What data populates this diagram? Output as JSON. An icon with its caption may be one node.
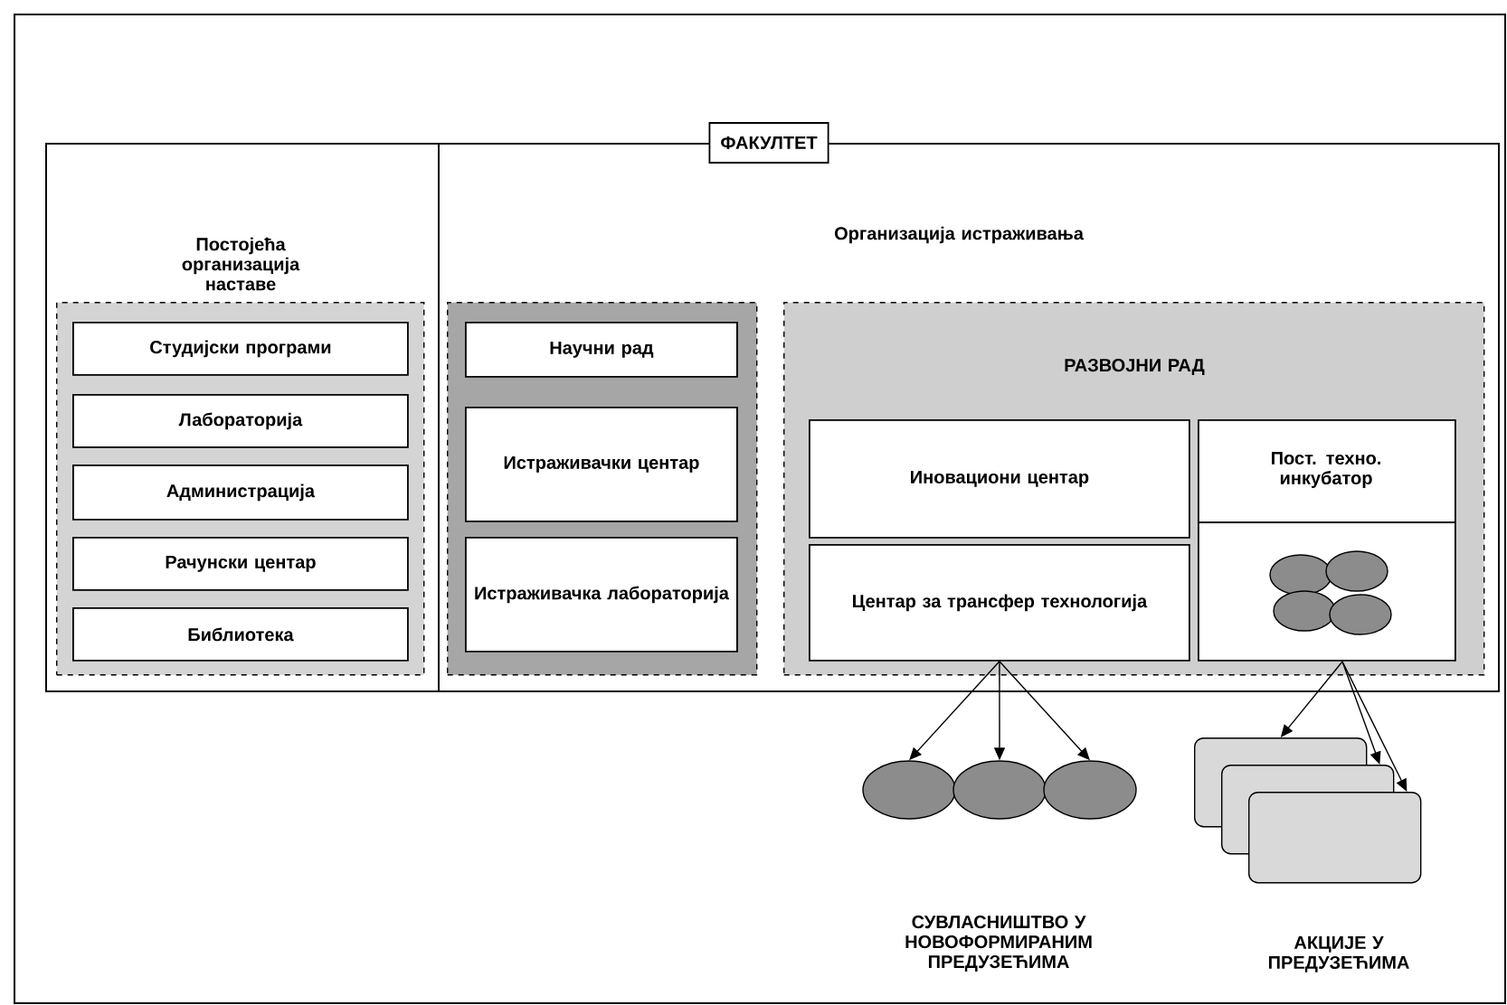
{
  "diagram": {
    "nodes": [
      {
        "text": [
          "ФАКУЛТЕТ"
        ]
      },
      {
        "text": [
          "Постојећа организација наставе"
        ],
        "in": 0
      },
      {
        "text": [],
        "shape": "box",
        "in": 1
      },
      {
        "text": [
          "Студијски програми"
        ],
        "in": 2
      },
      {
        "text": [
          "Лабораторија"
        ],
        "in": 2
      },
      {
        "text": [
          "Администрација"
        ],
        "in": 2
      },
      {
        "text": [
          "Рачунски центар"
        ],
        "in": 2
      },
      {
        "text": [
          "Библиотека"
        ],
        "in": 2
      },
      {
        "text": [
          "Организација истраживања"
        ],
        "in": 0
      },
      {
        "text": [],
        "shape": "box",
        "in": 8
      },
      {
        "text": [
          "Научни рад"
        ],
        "in": 9
      },
      {
        "text": [
          "Истраживачки центар"
        ],
        "in": 9
      },
      {
        "text": [
          "Истраживачка лабораторија"
        ],
        "in": 9
      },
      {
        "text": [
          "РАЗВОЈНИ РАД"
        ],
        "in": 8
      },
      {
        "text": [
          "Иновациони центар"
        ],
        "in": 13
      },
      {
        "text": [
          "Центар за трансфер технологија"
        ],
        "in": 13
      },
      {
        "text": [
          "Пост. техно. инкубатор"
        ],
        "in": 13
      },
      {
        "text": [],
        "shape": "ellipses",
        "in": 16
      },
      {
        "text": [],
        "shape": "ellipse"
      },
      {
        "text": [],
        "shape": "ellipse"
      },
      {
        "text": [],
        "shape": "ellipse"
      },
      {
        "text": [],
        "shape": "box"
      },
      {
        "text": [],
        "shape": "box"
      },
      {
        "text": [],
        "shape": "box"
      }
    ],
    "edges": [
      {
        "from": 15,
        "to": 18,
        "arrow": "to"
      },
      {
        "from": 15,
        "to": 19,
        "arrow": "to"
      },
      {
        "from": 15,
        "to": 20,
        "arrow": "to"
      },
      {
        "from": 17,
        "to": 21,
        "arrow": "to"
      },
      {
        "from": 17,
        "to": 22,
        "arrow": "to"
      },
      {
        "from": 17,
        "to": 23,
        "arrow": "to"
      }
    ],
    "labels": [
      "СУВЛАСНИШТВО У НОВОФОРМИРАНИМ ПРЕДУЗЕЋИМА",
      "АКЦИЈЕ У ПРЕДУЗЕЋИМА"
    ]
  }
}
